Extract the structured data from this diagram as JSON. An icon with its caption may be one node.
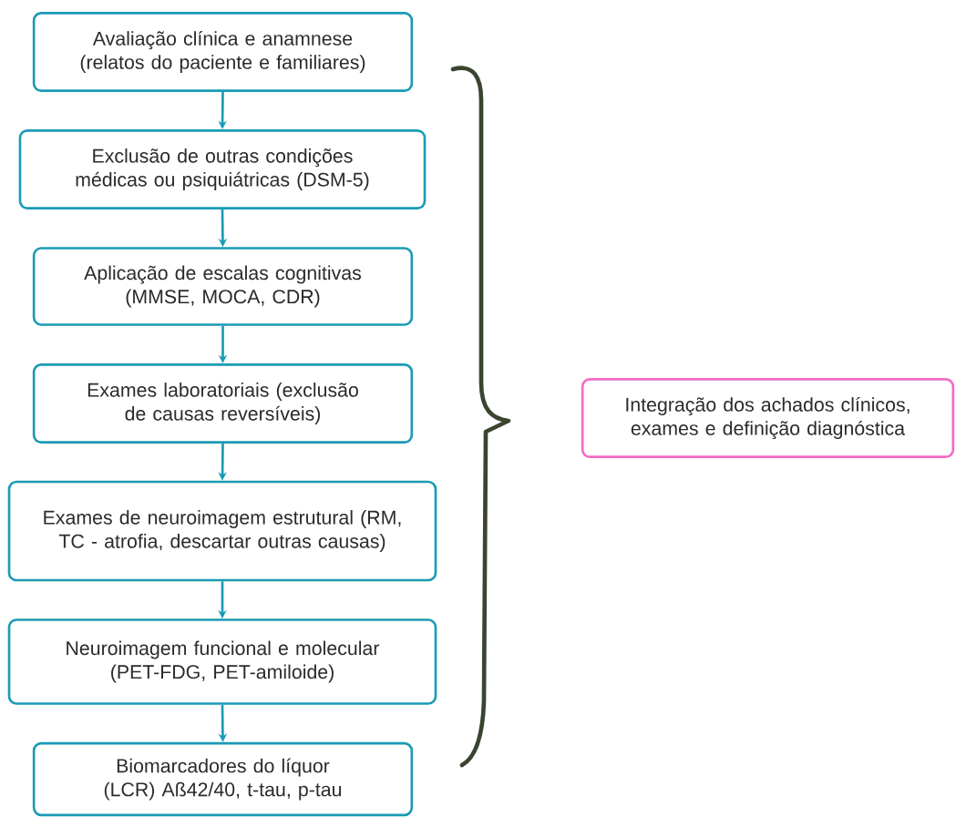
{
  "diagram": {
    "nodes": [
      {
        "text": [
          "Avaliação clínica e anamnese (relatos do paciente e familiares)"
        ]
      },
      {
        "text": [
          "Exclusão de outras condições médicas ou psiquiátricas (DSM-5)"
        ]
      },
      {
        "text": [
          "Aplicação de escalas cognitivas (MMSE, MOCA, CDR)"
        ]
      },
      {
        "text": [
          "Exames laboratoriais (exclusão de causas reversíveis)"
        ]
      },
      {
        "text": [
          "Exames de neuroimagem estrutural (RM, TC - atrofia, descartar outras causas)"
        ]
      },
      {
        "text": [
          "Neuroimagem funcional e molecular (PET-FDG, PET-amiloide)"
        ]
      },
      {
        "text": [
          "Biomarcadores do líquor (LCR) Aß42/40, t-tau, p-tau"
        ]
      },
      {
        "text": [
          "Integração dos achados clínicos, exames e definição diagnóstica"
        ]
      }
    ],
    "edges": [
      {
        "from": 0,
        "to": 1,
        "arrow": "to"
      },
      {
        "from": 1,
        "to": 2,
        "arrow": "to"
      },
      {
        "from": 2,
        "to": 3,
        "arrow": "to"
      },
      {
        "from": 3,
        "to": 4,
        "arrow": "to"
      },
      {
        "from": 4,
        "to": 5,
        "arrow": "to"
      },
      {
        "from": 5,
        "to": 6,
        "arrow": "to"
      }
    ]
  }
}
